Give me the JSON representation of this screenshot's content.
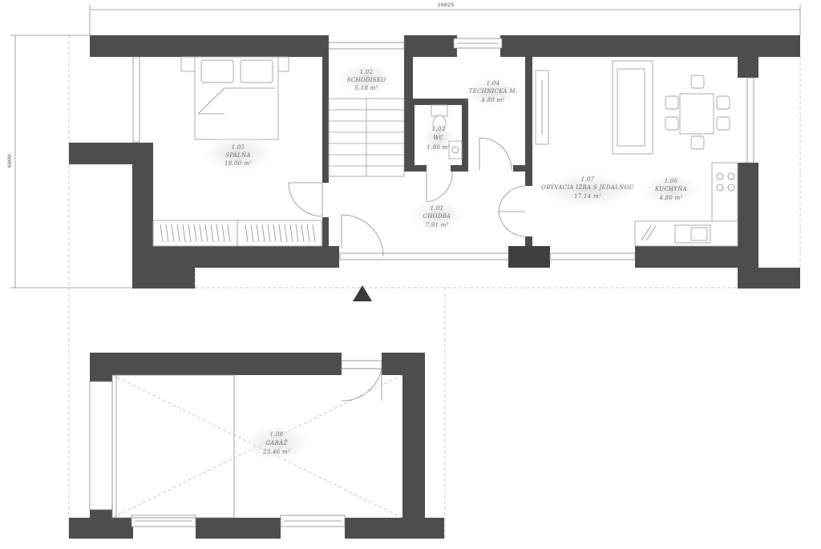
{
  "dimensions": {
    "width_label": "16825",
    "height_label": "6000"
  },
  "rooms": [
    {
      "id": "1.05",
      "name": "SPÁLŇA",
      "area": "18.00 m²"
    },
    {
      "id": "1.02",
      "name": "SCHODISKO",
      "area": "5.18 m²"
    },
    {
      "id": "1.03",
      "name": "WC",
      "area": "1.80 m²"
    },
    {
      "id": "1.04",
      "name": "TECHNICKÁ M.",
      "area": "4.80 m²"
    },
    {
      "id": "1.01",
      "name": "CHODBA",
      "area": "7.91 m²"
    },
    {
      "id": "1.07",
      "name": "OBÝVACIA IZBA S JEDÁLŇOU",
      "area": "17.14 m²"
    },
    {
      "id": "1.06",
      "name": "KUCHYŇA",
      "area": "4.80 m²"
    },
    {
      "id": "1.08",
      "name": "GARÁŽ",
      "area": "23.46 m²"
    }
  ],
  "colors": {
    "wall": "#4d4d4d",
    "entrance_marker": "#3a3a3a"
  },
  "icons": {
    "entrance": "entrance-triangle-icon"
  }
}
